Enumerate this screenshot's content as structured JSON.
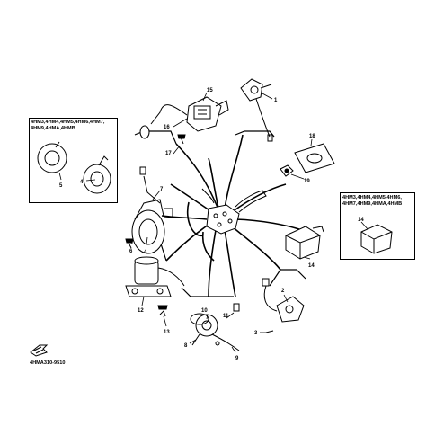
{
  "parts": [
    {
      "id": "p1",
      "label": "1"
    },
    {
      "id": "p2",
      "label": "2"
    },
    {
      "id": "p3",
      "label": "3"
    },
    {
      "id": "p4a",
      "label": "4"
    },
    {
      "id": "p4b",
      "label": "4"
    },
    {
      "id": "p5",
      "label": "5"
    },
    {
      "id": "p6",
      "label": "6"
    },
    {
      "id": "p7",
      "label": "7"
    },
    {
      "id": "p8",
      "label": "8"
    },
    {
      "id": "p9",
      "label": "9"
    },
    {
      "id": "p10",
      "label": "10"
    },
    {
      "id": "p11",
      "label": "11"
    },
    {
      "id": "p12",
      "label": "12"
    },
    {
      "id": "p13",
      "label": "13"
    },
    {
      "id": "p14a",
      "label": "14"
    },
    {
      "id": "p14b",
      "label": "14"
    },
    {
      "id": "p15",
      "label": "15"
    },
    {
      "id": "p16",
      "label": "16"
    },
    {
      "id": "p17",
      "label": "17"
    },
    {
      "id": "p18",
      "label": "18"
    },
    {
      "id": "p19",
      "label": "19"
    }
  ],
  "left_box": {
    "line1": "4HM3,4HM4,4HM5,4HM6,4HM7,",
    "line2": "4HM9,4HMA,4HMB"
  },
  "right_box": {
    "line1": "4HM3,4HM4,4HM5,4HM6,",
    "line2": "4HM7,4HM9,4HMA,4HMB"
  },
  "reference_code": "4HMA310-9510"
}
